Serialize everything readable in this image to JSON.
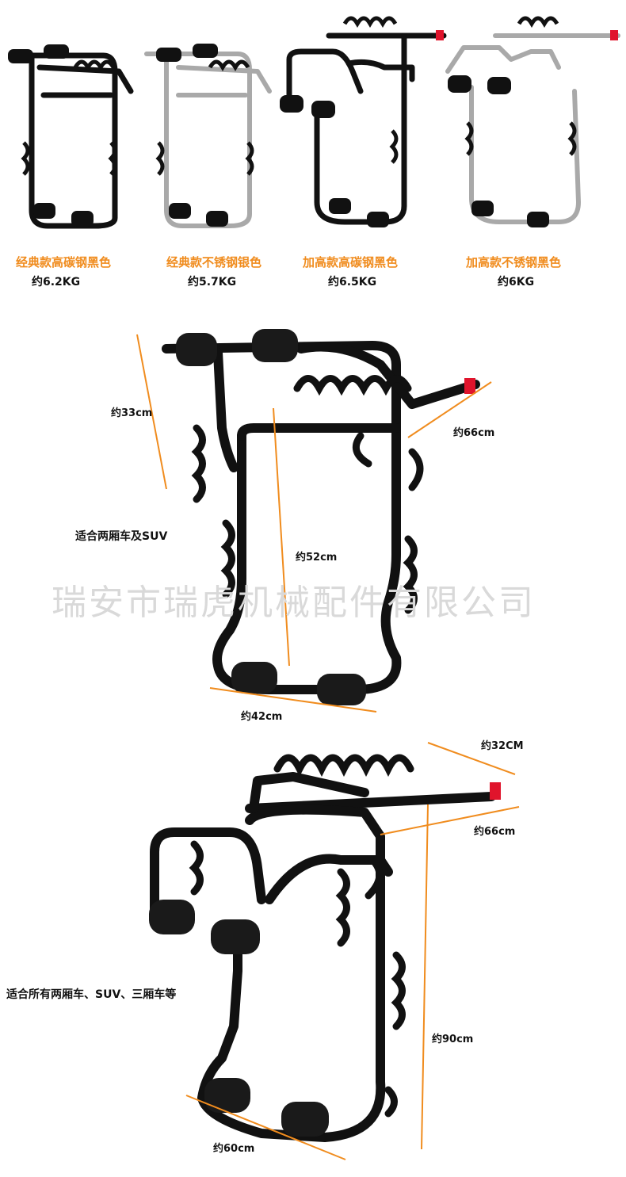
{
  "variants": [
    {
      "name": "经典款高碳钢黑色",
      "weight": "约6.2KG"
    },
    {
      "name": "经典款不锈钢银色",
      "weight": "约5.7KG"
    },
    {
      "name": "加高款高碳钢黑色",
      "weight": "约6.5KG"
    },
    {
      "name": "加高款不锈钢黑色",
      "weight": "约6KG"
    }
  ],
  "classic_diagram": {
    "fit_note": "适合两厢车及SUV",
    "dims": {
      "top_width": "约33cm",
      "arm_length": "约66cm",
      "height": "约52cm",
      "bottom_width": "约42cm"
    }
  },
  "watermark": "瑞安市瑞虎机械配件有限公司",
  "tall_diagram": {
    "fit_note": "适合所有两厢车、SUV、三厢车等",
    "dims": {
      "cradle_width": "约32CM",
      "arm_length": "约66cm",
      "height": "约90cm",
      "bottom_width": "约60cm"
    }
  },
  "colors": {
    "accent": "#f08c1e",
    "frame_black": "#111111",
    "stainless": "#a9a9a9",
    "end_cap": "#e0142c",
    "dimension_line": "#f08c1e"
  }
}
